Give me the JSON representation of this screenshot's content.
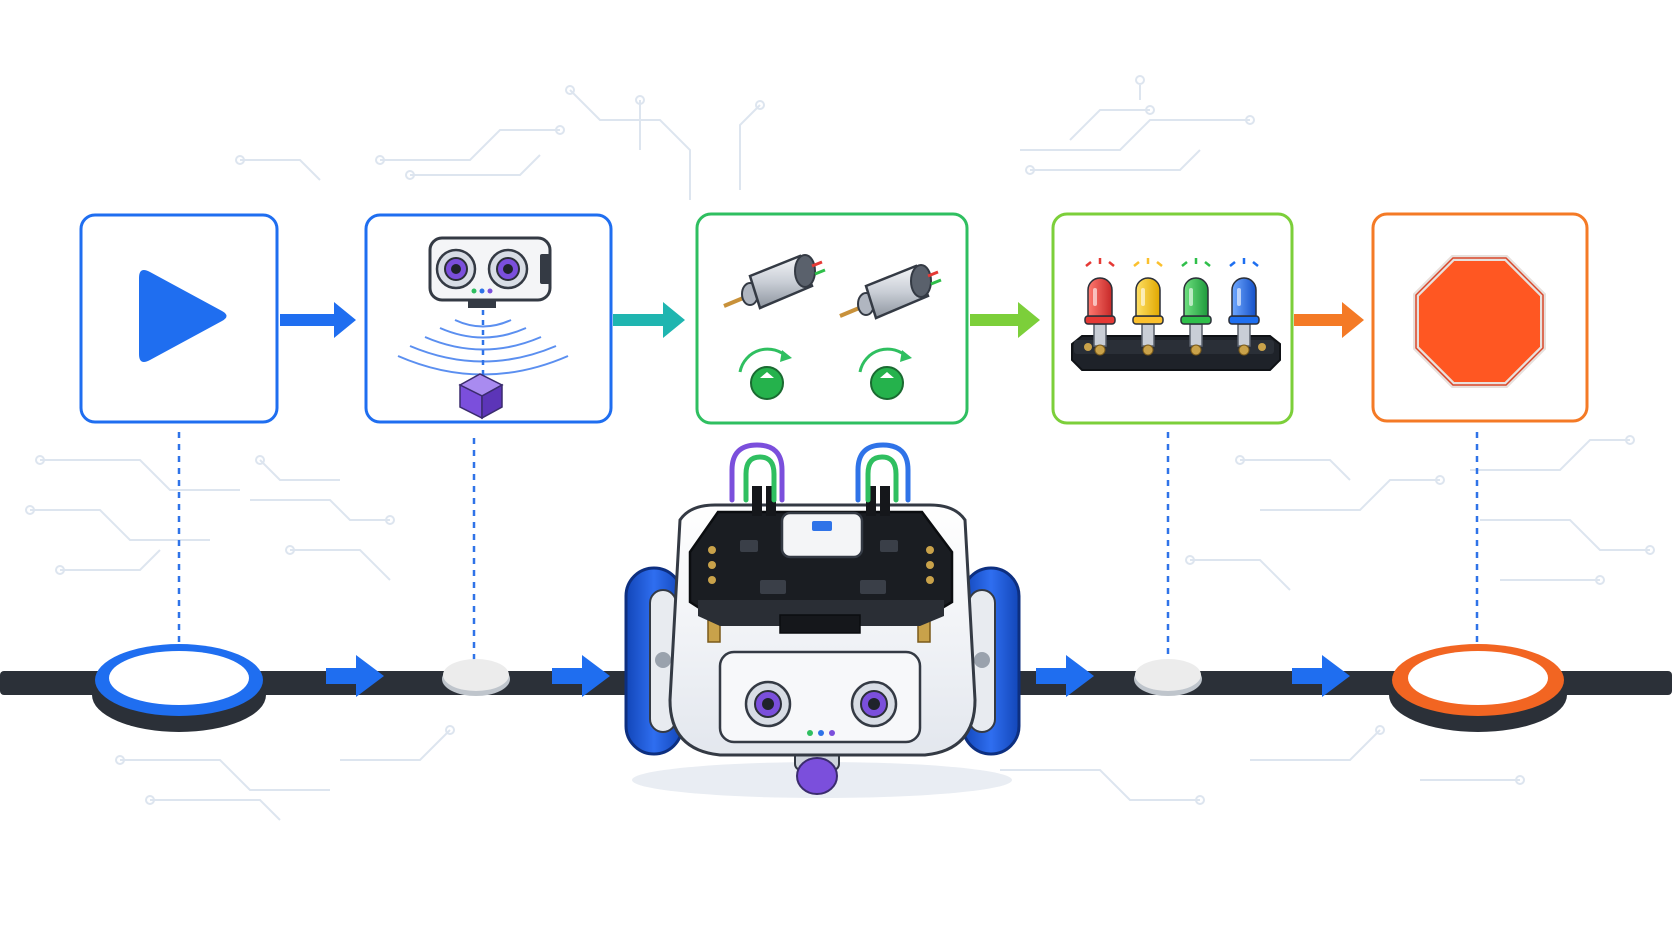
{
  "colors": {
    "blue": "#1f6ef0",
    "cyan": "#1fb5b0",
    "green": "#2fbf60",
    "lime": "#7ccf3a",
    "orange": "#f47a26",
    "stop_red": "#ff5722",
    "track": "#2b3038",
    "circuit": "#dbe3ee",
    "dash": "#2f73e8",
    "purple": "#7b4fdc"
  },
  "steps": [
    {
      "id": "start",
      "icon": "play-icon",
      "color": "blue"
    },
    {
      "id": "sense",
      "icon": "ultrasonic-sensor-icon",
      "color": "blue"
    },
    {
      "id": "drive",
      "icon": "dc-motors-icon",
      "color": "green"
    },
    {
      "id": "signal",
      "icon": "led-strip-icon",
      "color": "lime"
    },
    {
      "id": "stop",
      "icon": "stop-sign-icon",
      "color": "orange"
    }
  ],
  "leds": [
    "#e53935",
    "#fbc02d",
    "#2fbf4a",
    "#1e6ff0"
  ],
  "robot": {
    "icon": "robot-car-icon"
  }
}
